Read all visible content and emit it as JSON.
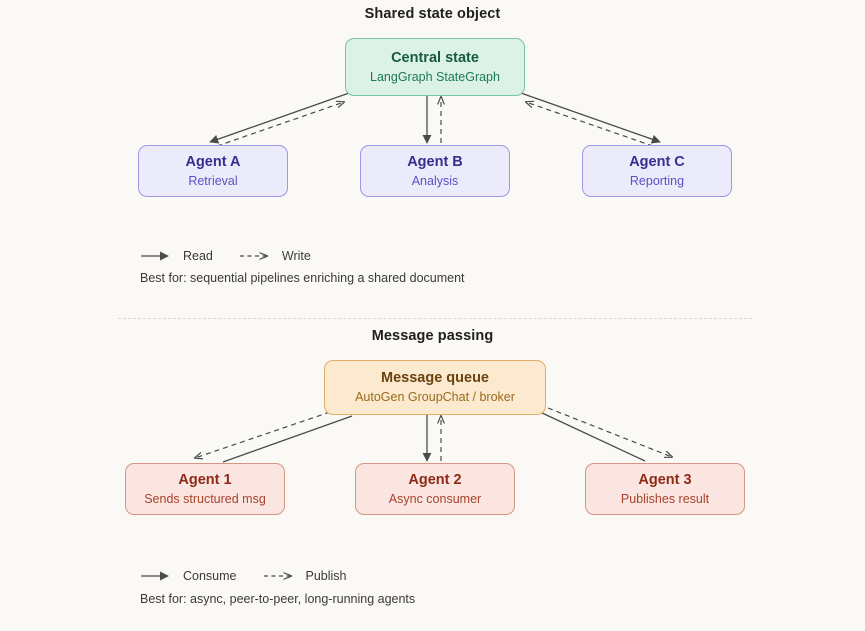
{
  "background": "#faf9f5",
  "sections": [
    {
      "id": "shared-state",
      "title": "Shared state object",
      "hub": {
        "title": "Central state",
        "subtitle": "LangGraph StateGraph",
        "color": "#ddf2e7",
        "border": "#79c6a3"
      },
      "agents": [
        {
          "title": "Agent A",
          "subtitle": "Retrieval"
        },
        {
          "title": "Agent B",
          "subtitle": "Analysis"
        },
        {
          "title": "Agent C",
          "subtitle": "Reporting"
        }
      ],
      "agent_color": "#ecebfb",
      "agent_border": "#9f97e8",
      "legend": {
        "solid_label": "Read",
        "dashed_label": "Write"
      },
      "best_for": "Best for: sequential pipelines enriching a shared document"
    },
    {
      "id": "message-passing",
      "title": "Message passing",
      "hub": {
        "title": "Message queue",
        "subtitle": "AutoGen GroupChat / broker",
        "color": "#fbeacf",
        "border": "#e0ae6a"
      },
      "agents": [
        {
          "title": "Agent 1",
          "subtitle": "Sends structured msg"
        },
        {
          "title": "Agent 2",
          "subtitle": "Async consumer"
        },
        {
          "title": "Agent 3",
          "subtitle": "Publishes result"
        }
      ],
      "agent_color": "#fae5e0",
      "agent_border": "#d79584",
      "legend": {
        "solid_label": "Consume",
        "dashed_label": "Publish"
      },
      "best_for": "Best for: async, peer-to-peer, long-running agents"
    }
  ],
  "edge_color": "#4a4a4a"
}
